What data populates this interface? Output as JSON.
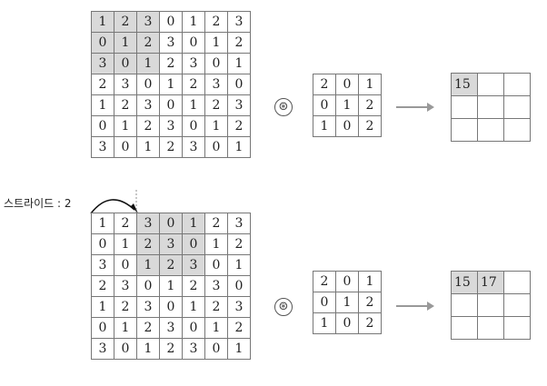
{
  "input_matrix": [
    [
      "1",
      "2",
      "3",
      "0",
      "1",
      "2",
      "3"
    ],
    [
      "0",
      "1",
      "2",
      "3",
      "0",
      "1",
      "2"
    ],
    [
      "3",
      "0",
      "1",
      "2",
      "3",
      "0",
      "1"
    ],
    [
      "2",
      "3",
      "0",
      "1",
      "2",
      "3",
      "0"
    ],
    [
      "1",
      "2",
      "3",
      "0",
      "1",
      "2",
      "3"
    ],
    [
      "0",
      "1",
      "2",
      "3",
      "0",
      "1",
      "2"
    ],
    [
      "3",
      "0",
      "1",
      "2",
      "3",
      "0",
      "1"
    ]
  ],
  "filter_matrix": [
    [
      "2",
      "0",
      "1"
    ],
    [
      "0",
      "1",
      "2"
    ],
    [
      "1",
      "0",
      "2"
    ]
  ],
  "operator_symbol": "⊛",
  "stride_label": "스트라이드 : 2",
  "step1": {
    "output": [
      [
        "15",
        "",
        ""
      ],
      [
        "",
        "",
        ""
      ],
      [
        "",
        "",
        ""
      ]
    ],
    "window_col": 0,
    "filled_cells": 1
  },
  "step2": {
    "output": [
      [
        "15",
        "17",
        ""
      ],
      [
        "",
        "",
        ""
      ],
      [
        "",
        "",
        ""
      ]
    ],
    "window_col": 2,
    "filled_cells": 2
  }
}
